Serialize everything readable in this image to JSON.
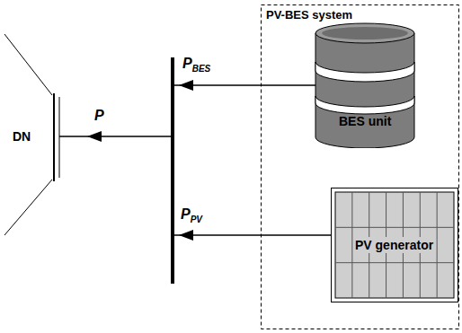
{
  "diagram": {
    "nodes": [
      {
        "text": [
          "PV-BES system"
        ]
      },
      {
        "text": [
          "BES unit"
        ],
        "in": 0
      },
      {
        "text": [
          "PV generator"
        ],
        "in": 0
      },
      {
        "text": [
          "DN"
        ]
      }
    ],
    "labels": [
      "P",
      "BES",
      "P",
      "P",
      "PV"
    ]
  }
}
